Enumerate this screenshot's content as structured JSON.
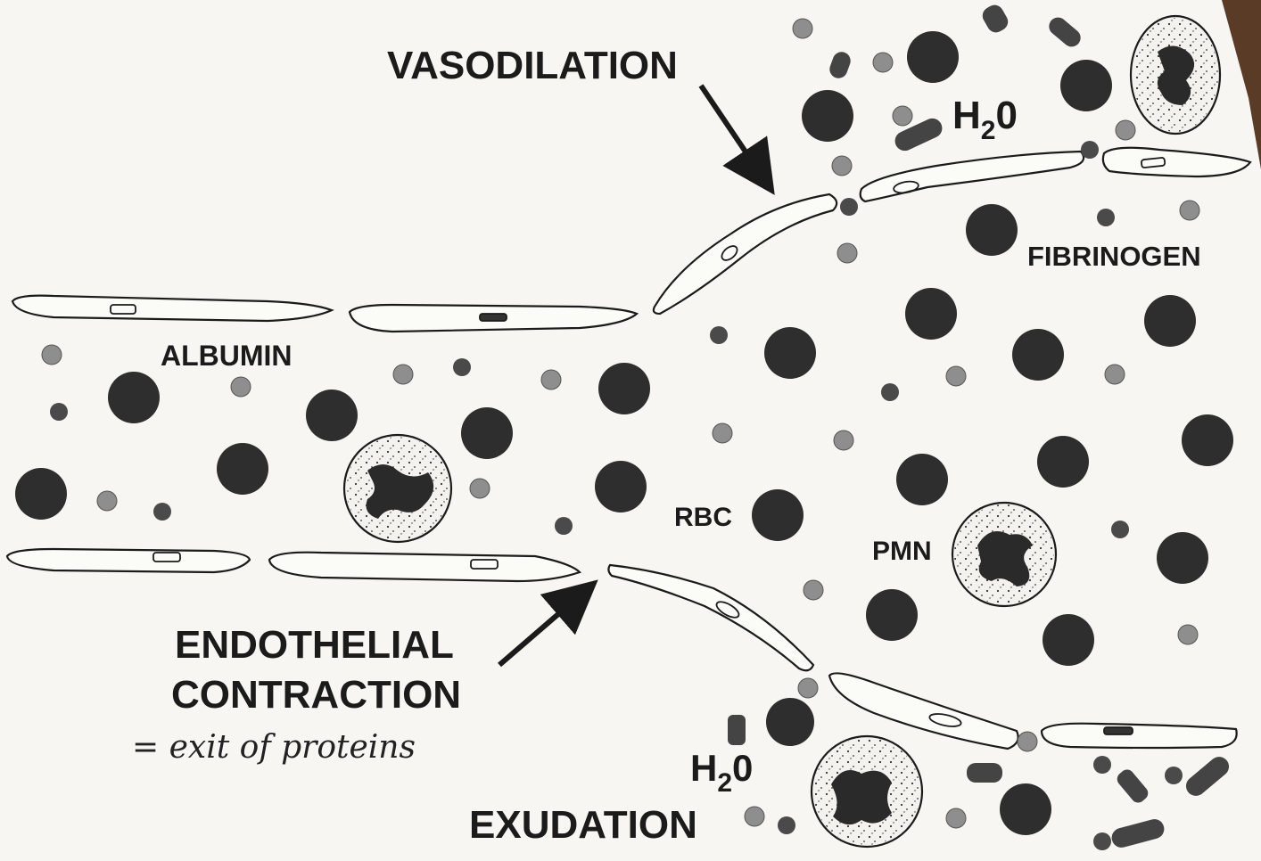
{
  "labels": {
    "vasodilation": "VASODILATION",
    "endothelial_line1": "ENDOTHELIAL",
    "endothelial_line2": "CONTRACTION",
    "handwritten_note": "= exit of proteins",
    "albumin": "ALBUMIN",
    "fibrinogen": "FIBRINOGEN",
    "rbc": "RBC",
    "pmn": "PMN",
    "h2o_top_main": "H",
    "h2o_top_sub": "2",
    "h2o_top_end": "0",
    "h2o_bottom_main": "H",
    "h2o_bottom_sub": "2",
    "h2o_bottom_end": "0",
    "exudation": "EXUDATION"
  },
  "colors": {
    "background": "#f7f6f3",
    "rbc_fill": "#2e2e2e",
    "plasma_protein_fill": "#8e8e8e",
    "cell_outline": "#1b1b1b",
    "page_edge_dark": "#5a3b26"
  }
}
